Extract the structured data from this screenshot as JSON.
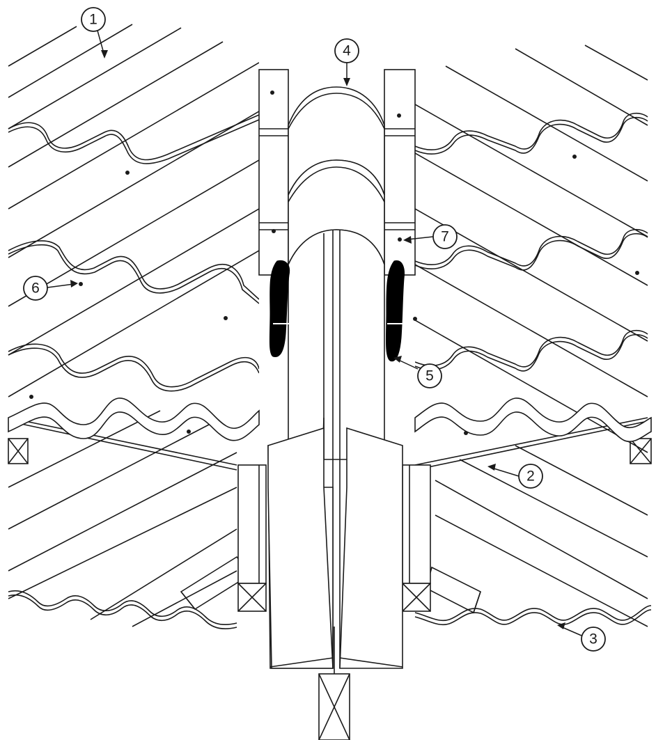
{
  "diagram": {
    "callouts": [
      {
        "id": "1",
        "label": "1"
      },
      {
        "id": "2",
        "label": "2"
      },
      {
        "id": "3",
        "label": "3"
      },
      {
        "id": "4",
        "label": "4"
      },
      {
        "id": "5",
        "label": "5"
      },
      {
        "id": "6",
        "label": "6"
      },
      {
        "id": "7",
        "label": "7"
      }
    ],
    "colors": {
      "line": "#1a1a1a",
      "background": "#ffffff",
      "sealant": "#000000"
    }
  }
}
